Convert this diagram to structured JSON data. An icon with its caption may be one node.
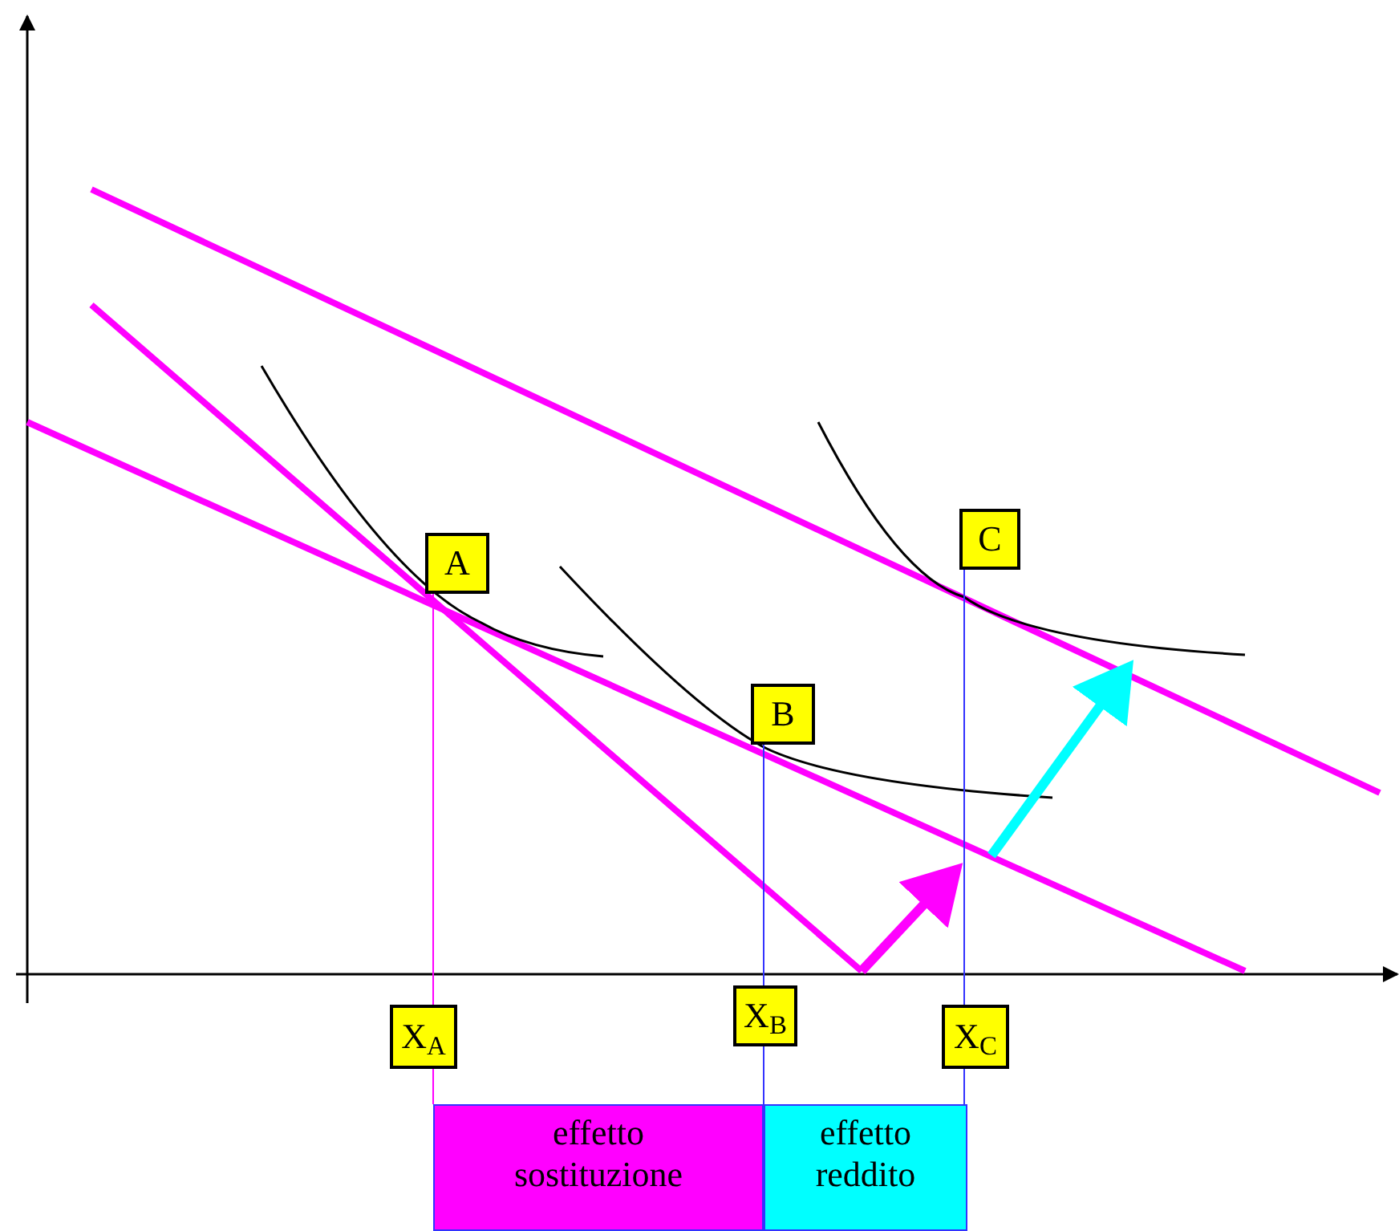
{
  "diagram": {
    "nodes": [
      {
        "text": [
          "A"
        ]
      },
      {
        "text": [
          "B"
        ]
      },
      {
        "text": [
          "C"
        ]
      },
      {
        "text": [
          "X$_{A}$"
        ]
      },
      {
        "text": [
          "X$_{B}$"
        ]
      },
      {
        "text": [
          "X$_{C}$"
        ]
      },
      {
        "text": [
          "effetto sostituzione"
        ]
      },
      {
        "text": [
          "effetto reddito"
        ]
      }
    ],
    "edges": [
      {
        "from": 0,
        "to": 3,
        "arrow": "none",
        "color": "#ff00ff"
      },
      {
        "from": 3,
        "to": 6,
        "arrow": "none",
        "color": "#ff00ff"
      },
      {
        "from": 1,
        "to": 4,
        "arrow": "none"
      },
      {
        "from": 4,
        "to": 7,
        "arrow": "none"
      },
      {
        "from": 2,
        "to": 5,
        "arrow": "none"
      },
      {
        "from": 5,
        "to": 7,
        "arrow": "none"
      }
    ]
  }
}
